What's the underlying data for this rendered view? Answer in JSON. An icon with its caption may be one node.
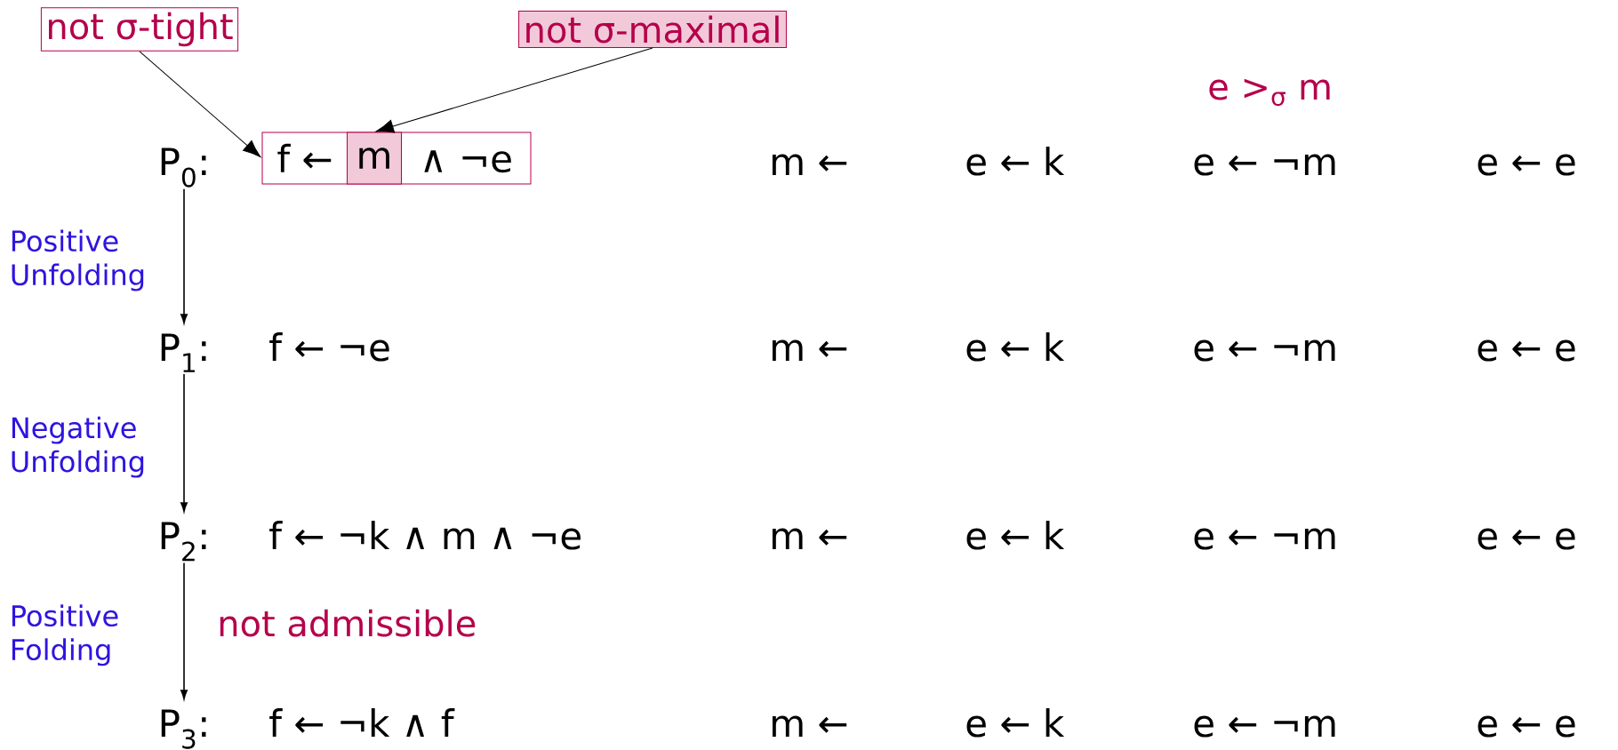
{
  "diagram": {
    "nodes": [
      {
        "text": [
          "not σ-tight"
        ]
      },
      {
        "text": [
          "not σ-maximal"
        ]
      },
      {
        "text": [
          "f ←",
          "∧ ¬e"
        ]
      },
      {
        "text": [
          "m"
        ],
        "in": 2
      },
      {
        "text": [
          "P$_{0}$:"
        ]
      },
      {
        "text": [
          "P$_{1}$:"
        ]
      },
      {
        "text": [
          "P$_{2}$:"
        ]
      },
      {
        "text": [
          "P$_{3}$:"
        ]
      }
    ],
    "edges": [
      {
        "from": 0,
        "to": 2,
        "arrow": "to"
      },
      {
        "from": 1,
        "to": 3,
        "arrow": "to"
      },
      {
        "from": 4,
        "to": 5,
        "arrow": "to",
        "label": "Positive Unfolding"
      },
      {
        "from": 5,
        "to": 6,
        "arrow": "to",
        "label": "Negative Unfolding"
      },
      {
        "from": 6,
        "to": 7,
        "arrow": "to",
        "label": "Positive Folding"
      }
    ],
    "labels": [
      "e >$_{σ}$ m",
      "m ←",
      "e ← k",
      "e ← ¬m",
      "e ← e",
      "f ← ¬e",
      "m ←",
      "e ← k",
      "e ← ¬m",
      "e ← e",
      "f ← ¬k ∧ m ∧ ¬e",
      "m ←",
      "e ← k",
      "e ← ¬m",
      "e ← e",
      "not admissible",
      "f ← ¬k ∧ f",
      "m ←",
      "e ← k",
      "e ← ¬m",
      "e ← e"
    ]
  }
}
